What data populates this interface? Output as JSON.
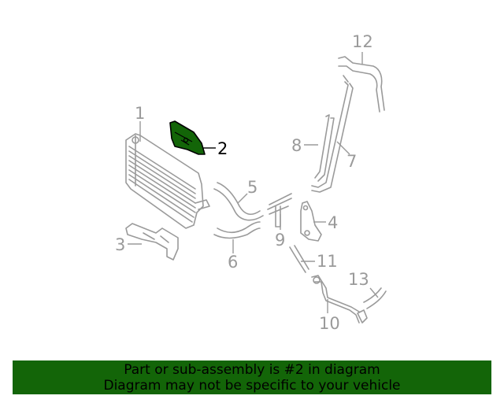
{
  "diagram": {
    "callouts": [
      "1",
      "2",
      "3",
      "4",
      "5",
      "6",
      "7",
      "8",
      "9",
      "10",
      "11",
      "12",
      "13"
    ],
    "highlighted_callout": "2",
    "highlight_color": "#136508",
    "part_stroke_color": "#9a9a9a"
  },
  "banner": {
    "line1": "Part or sub-assembly is #2 in diagram",
    "line2": "Diagram may not be specific to your vehicle",
    "background": "#136508"
  }
}
